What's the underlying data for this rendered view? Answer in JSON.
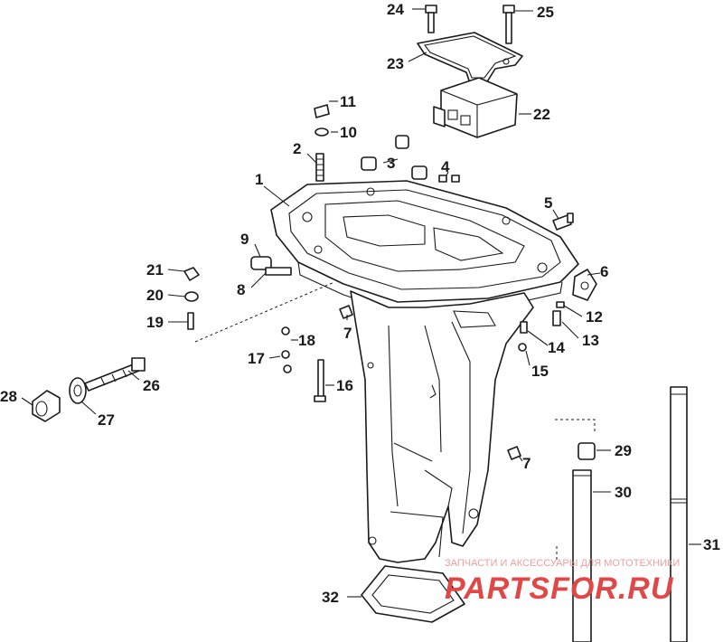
{
  "callouts": [
    {
      "id": "1",
      "text": "1"
    },
    {
      "id": "2",
      "text": "2"
    },
    {
      "id": "3",
      "text": "3"
    },
    {
      "id": "4",
      "text": "4"
    },
    {
      "id": "5",
      "text": "5"
    },
    {
      "id": "6",
      "text": "6"
    },
    {
      "id": "7a",
      "text": "7"
    },
    {
      "id": "7b",
      "text": "7"
    },
    {
      "id": "8",
      "text": "8"
    },
    {
      "id": "9",
      "text": "9"
    },
    {
      "id": "10",
      "text": "10"
    },
    {
      "id": "11",
      "text": "11"
    },
    {
      "id": "12",
      "text": "12"
    },
    {
      "id": "13",
      "text": "13"
    },
    {
      "id": "14",
      "text": "14"
    },
    {
      "id": "15",
      "text": "15"
    },
    {
      "id": "16",
      "text": "16"
    },
    {
      "id": "17",
      "text": "17"
    },
    {
      "id": "18",
      "text": "18"
    },
    {
      "id": "19",
      "text": "19"
    },
    {
      "id": "20",
      "text": "20"
    },
    {
      "id": "21",
      "text": "21"
    },
    {
      "id": "22",
      "text": "22"
    },
    {
      "id": "23",
      "text": "23"
    },
    {
      "id": "24",
      "text": "24"
    },
    {
      "id": "25",
      "text": "25"
    },
    {
      "id": "26",
      "text": "26"
    },
    {
      "id": "27",
      "text": "27"
    },
    {
      "id": "28",
      "text": "28"
    },
    {
      "id": "29",
      "text": "29"
    },
    {
      "id": "30",
      "text": "30"
    },
    {
      "id": "31",
      "text": "31"
    },
    {
      "id": "32",
      "text": "32"
    }
  ],
  "watermark": {
    "tagline": "ЗАПЧАСТИ И АКСЕССУАРЫ ДЛЯ МОТОТЕХНИКИ",
    "brand": "PARTSFOR.RU",
    "color": "#e04848"
  }
}
